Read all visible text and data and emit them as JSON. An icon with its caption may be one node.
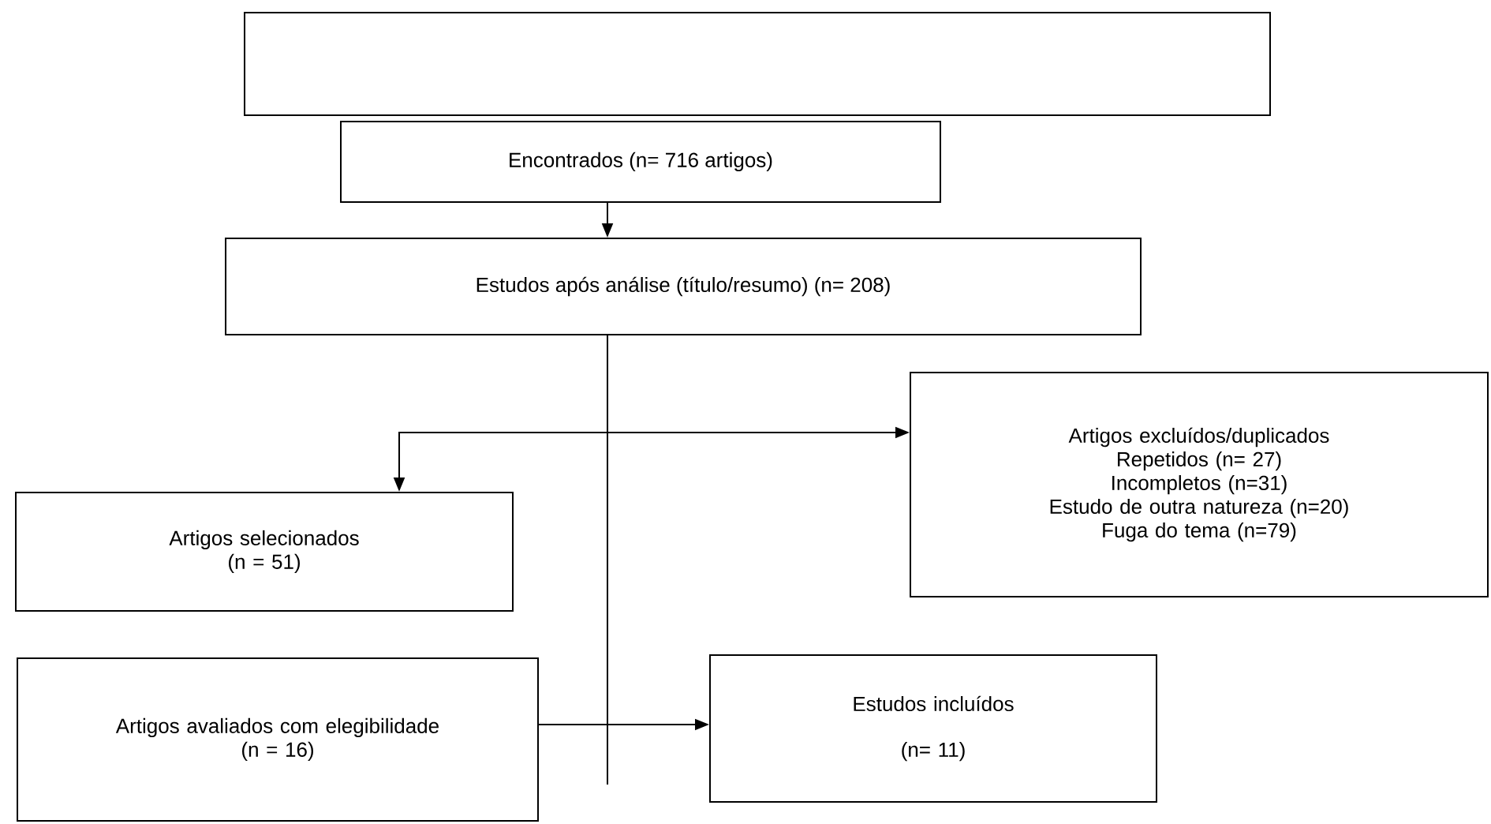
{
  "diagram": {
    "nodes": [
      {
        "text": [],
        "shape": "box"
      },
      {
        "text": [
          "Encontrados (n= 716 artigos)"
        ]
      },
      {
        "text": [
          "Estudos após análise (título/resumo) (n= 208)"
        ]
      },
      {
        "text": [
          "Artigos excluídos/duplicados",
          "Repetidos (n= 27)",
          "Incompletos (n=31)",
          "Estudo de outra natureza (n=20)",
          "Fuga do tema (n=79)"
        ]
      },
      {
        "text": [
          "Artigos selecionados",
          "(n = 51)"
        ]
      },
      {
        "text": [
          "Artigos avaliados com elegibilidade",
          "(n = 16)"
        ]
      },
      {
        "text": [
          "Estudos incluídos",
          "(n= 11)"
        ]
      }
    ],
    "edges": [
      {
        "from": 1,
        "to": 2,
        "arrow": "to"
      },
      {
        "from": 2,
        "to": 3,
        "arrow": "to"
      },
      {
        "from": 2,
        "to": 4,
        "arrow": "to"
      },
      {
        "from": 5,
        "to": 6,
        "arrow": "to"
      }
    ]
  }
}
